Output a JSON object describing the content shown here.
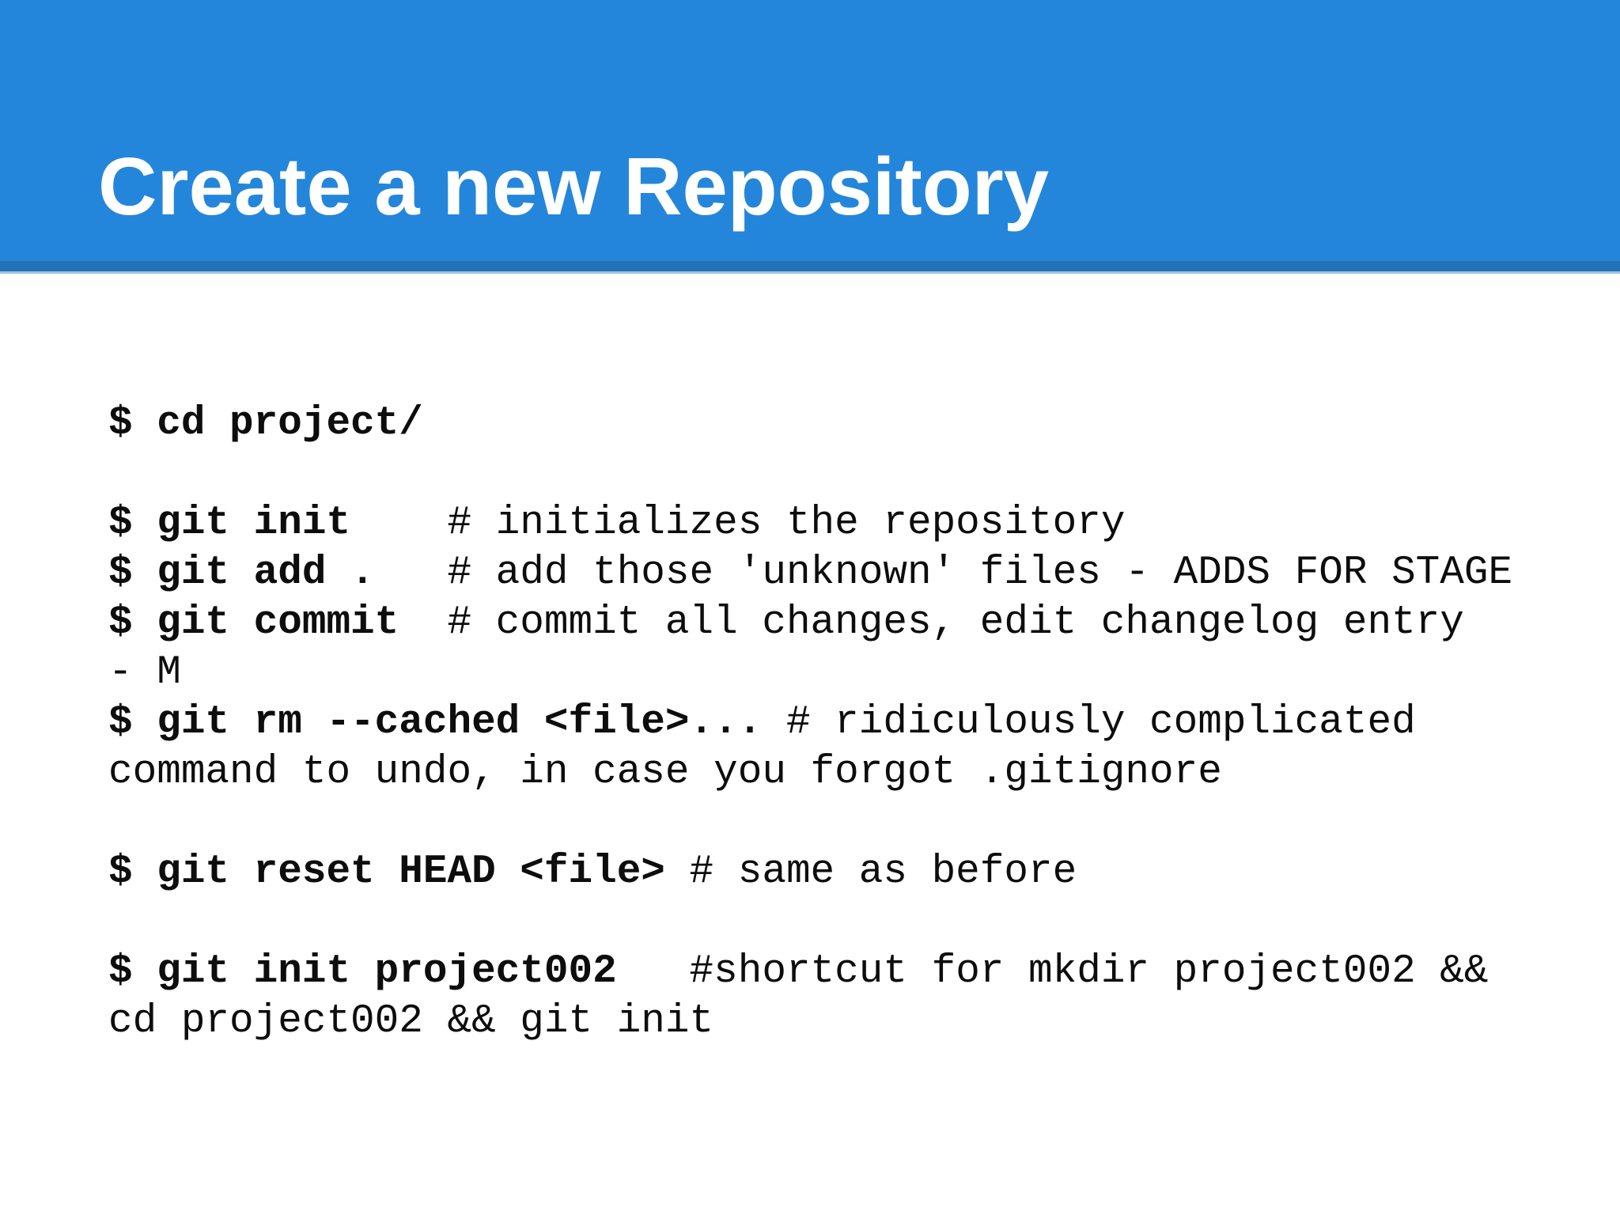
{
  "slide": {
    "title": "Create a new Repository"
  },
  "theme": {
    "header_blue": "#2486DB",
    "header_strip_blue": "#2173B5",
    "header_strip_edge": "#9CC2E5",
    "title_text_color": "#FFFFFF",
    "body_background": "#FFFFFF",
    "code_text_color": "#0D0D0D"
  },
  "terminal": {
    "lines": [
      {
        "segments": [
          {
            "text": "$ cd project/",
            "bold": true
          }
        ]
      },
      {
        "segments": []
      },
      {
        "segments": [
          {
            "text": "$ git init",
            "bold": true
          },
          {
            "text": "    # initializes the repository",
            "bold": false
          }
        ]
      },
      {
        "segments": [
          {
            "text": "$ git add .",
            "bold": true
          },
          {
            "text": "   # add those 'unknown' files - ADDS FOR STAGE",
            "bold": false
          }
        ]
      },
      {
        "segments": [
          {
            "text": "$ git commit",
            "bold": true
          },
          {
            "text": "  # commit all changes, edit changelog entry",
            "bold": false
          }
        ]
      },
      {
        "segments": [
          {
            "text": "- M",
            "bold": false
          }
        ]
      },
      {
        "segments": [
          {
            "text": "$ git rm --cached <file>...",
            "bold": true
          },
          {
            "text": " # ridiculously complicated",
            "bold": false
          }
        ]
      },
      {
        "segments": [
          {
            "text": "command to undo, in case you forgot .gitignore",
            "bold": false
          }
        ]
      },
      {
        "segments": []
      },
      {
        "segments": [
          {
            "text": "$ git reset HEAD <file>",
            "bold": true
          },
          {
            "text": " # same as before",
            "bold": false
          }
        ]
      },
      {
        "segments": []
      },
      {
        "segments": [
          {
            "text": "$ git init project002",
            "bold": true
          },
          {
            "text": "   #shortcut for mkdir project002 &&",
            "bold": false
          }
        ]
      },
      {
        "segments": [
          {
            "text": "cd project002 && git init",
            "bold": false
          }
        ]
      }
    ]
  }
}
